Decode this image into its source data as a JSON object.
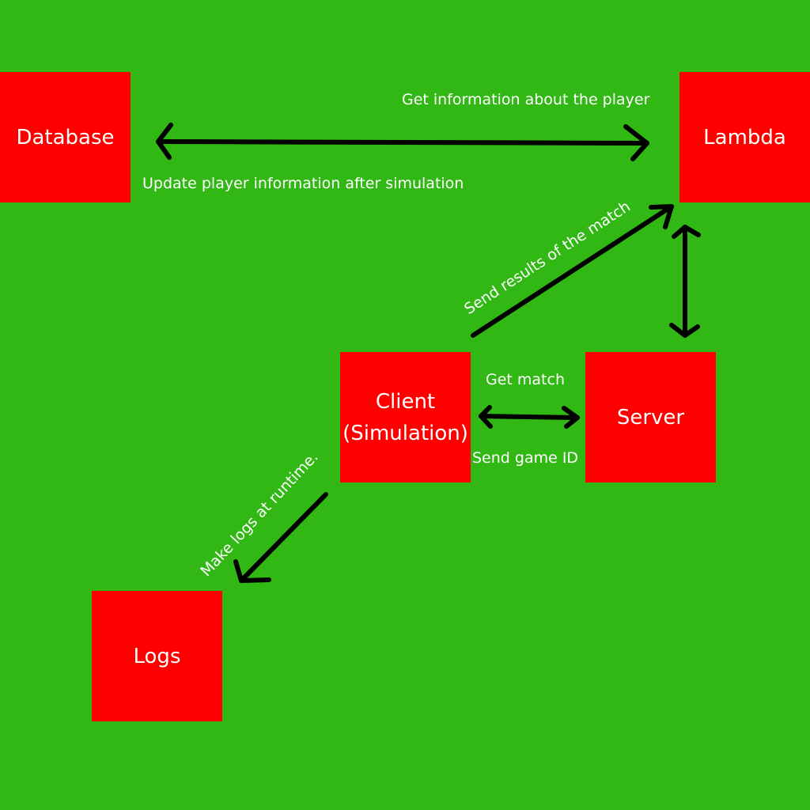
{
  "colors": {
    "background": "#31b814",
    "node_fill": "#ff0000",
    "text": "#ffffff",
    "arrow": "#000000"
  },
  "nodes": {
    "database": {
      "label": "Database"
    },
    "lambda": {
      "label": "Lambda"
    },
    "client": {
      "line1": "Client",
      "line2": "(Simulation)"
    },
    "server": {
      "label": "Server"
    },
    "logs": {
      "label": "Logs"
    }
  },
  "edges": {
    "database_lambda": {
      "from": "Database",
      "to": "Lambda",
      "direction": "both",
      "label_top": "Get information about the player",
      "label_bottom": "Update player information after simulation"
    },
    "client_lambda": {
      "from": "Client",
      "to": "Lambda",
      "direction": "forward",
      "label": "Send results of the match"
    },
    "server_lambda": {
      "from": "Server",
      "to": "Lambda",
      "direction": "both"
    },
    "client_server": {
      "from": "Client",
      "to": "Server",
      "direction": "both",
      "label_top": "Get match",
      "label_bottom": "Send game ID"
    },
    "client_logs": {
      "from": "Client",
      "to": "Logs",
      "direction": "forward",
      "label": "Make logs at runtime."
    }
  }
}
